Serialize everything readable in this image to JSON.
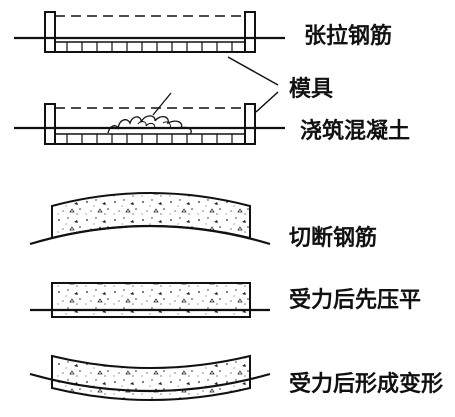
{
  "labels": {
    "tension_rebar": "张拉钢筋",
    "mold": "模具",
    "pour_concrete": "浇筑混凝土",
    "cut_rebar": "切断钢筋",
    "press_flat": "受力后先压平",
    "deform": "受力后形成变形"
  },
  "colors": {
    "stroke": "#111111",
    "background": "#ffffff"
  }
}
